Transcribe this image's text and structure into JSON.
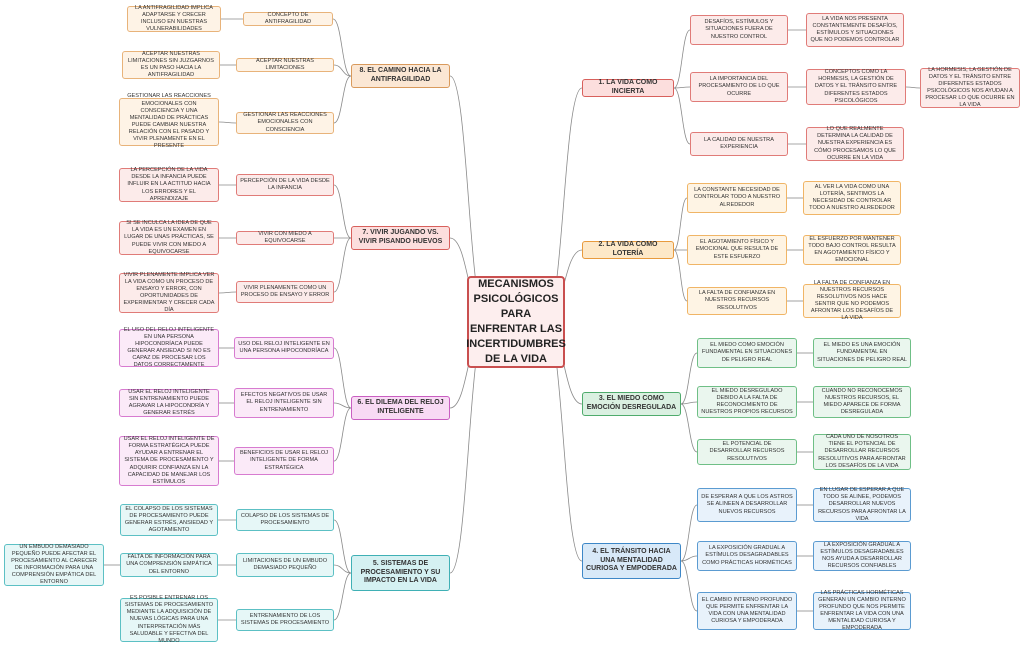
{
  "center": "MECANISMOS PSICOLÓGICOS PARA ENFRENTAR LAS INCERTIDUMBRES DE LA VIDA",
  "branches": [
    {
      "title": "1. LA VIDA COMO INCIERTA",
      "subs": [
        {
          "label": "DESAFÍOS, ESTÍMULOS Y SITUACIONES FUERA DE NUESTRO CONTROL",
          "detail": "LA VIDA NOS PRESENTA CONSTANTEMENTE DESAFÍOS, ESTÍMULOS Y SITUACIONES QUE NO PODEMOS CONTROLAR"
        },
        {
          "label": "LA IMPORTANCIA DEL PROCESAMIENTO DE LO QUE OCURRE",
          "detail": "CONCEPTOS COMO LA HORMESIS, LA GESTIÓN DE DATOS Y EL TRÁNSITO ENTRE DIFERENTES ESTADOS PSICOLÓGICOS",
          "extra": "LA HORMESIS, LA GESTIÓN DE DATOS Y EL TRÁNSITO ENTRE DIFERENTES ESTADOS PSICOLÓGICOS NOS AYUDAN A PROCESAR LO QUE OCURRE EN LA VIDA"
        },
        {
          "label": "LA CALIDAD DE NUESTRA EXPERIENCIA",
          "detail": "LO QUE REALMENTE DETERMINA LA CALIDAD DE NUESTRA EXPERIENCIA ES CÓMO PROCESAMOS LO QUE OCURRE EN LA VIDA"
        }
      ]
    },
    {
      "title": "2. LA VIDA COMO LOTERÍA",
      "subs": [
        {
          "label": "LA CONSTANTE NECESIDAD DE CONTROLAR TODO A NUESTRO ALREDEDOR",
          "detail": "AL VER LA VIDA COMO UNA LOTERÍA, SENTIMOS LA NECESIDAD DE CONTROLAR TODO A NUESTRO ALREDEDOR"
        },
        {
          "label": "EL AGOTAMIENTO FÍSICO Y EMOCIONAL QUE RESULTA DE ESTE ESFUERZO",
          "detail": "EL ESFUERZO POR MANTENER TODO BAJO CONTROL RESULTA EN AGOTAMIENTO FÍSICO Y EMOCIONAL"
        },
        {
          "label": "LA FALTA DE CONFIANZA EN NUESTROS RECURSOS RESOLUTIVOS",
          "detail": "LA FALTA DE CONFIANZA EN NUESTROS RECURSOS RESOLUTIVOS NOS HACE SENTIR QUE NO PODEMOS AFRONTAR LOS DESAFÍOS DE LA VIDA"
        }
      ]
    },
    {
      "title": "3. EL MIEDO COMO EMOCIÓN DESREGULADA",
      "subs": [
        {
          "label": "EL MIEDO COMO EMOCIÓN FUNDAMENTAL EN SITUACIONES DE PELIGRO REAL",
          "detail": "EL MIEDO ES UNA EMOCIÓN FUNDAMENTAL EN SITUACIONES DE PELIGRO REAL"
        },
        {
          "label": "EL MIEDO DESREGULADO DEBIDO A LA FALTA DE RECONOCIMIENTO DE NUESTROS PROPIOS RECURSOS",
          "detail": "CUANDO NO RECONOCEMOS NUESTROS RECURSOS, EL MIEDO APARECE DE FORMA DESREGULADA"
        },
        {
          "label": "EL POTENCIAL DE DESARROLLAR RECURSOS RESOLUTIVOS",
          "detail": "CADA UNO DE NOSOTROS TIENE EL POTENCIAL DE DESARROLLAR RECURSOS RESOLUTIVOS PARA AFRONTAR LOS DESAFÍOS DE LA VIDA"
        }
      ]
    },
    {
      "title": "4. EL TRÁNSITO HACIA UNA MENTALIDAD CURIOSA Y EMPODERADA",
      "subs": [
        {
          "label": "DE ESPERAR A QUE LOS ASTROS SE ALINEEN A DESARROLLAR NUEVOS RECURSOS",
          "detail": "EN LUGAR DE ESPERAR A QUE TODO SE ALINEE, PODEMOS DESARROLLAR NUEVOS RECURSOS PARA AFRONTAR LA VIDA"
        },
        {
          "label": "LA EXPOSICIÓN GRADUAL A ESTÍMULOS DESAGRADABLES COMO PRÁCTICAS HORMÉTICAS",
          "detail": "LA EXPOSICIÓN GRADUAL A ESTÍMULOS DESAGRADABLES NOS AYUDA A DESARROLLAR RECURSOS CONFIABLES"
        },
        {
          "label": "EL CAMBIO INTERNO PROFUNDO QUE PERMITE ENFRENTAR LA VIDA CON UNA MENTALIDAD CURIOSA Y EMPODERADA",
          "detail": "LAS PRÁCTICAS HORMÉTICAS GENERAN UN CAMBIO INTERNO PROFUNDO QUE NOS PERMITE ENFRENTAR LA VIDA CON UNA MENTALIDAD CURIOSA Y EMPODERADA"
        }
      ]
    },
    {
      "title": "5. SISTEMAS DE PROCESAMIENTO Y SU IMPACTO EN LA VIDA",
      "subs": [
        {
          "label": "COLAPSO DE LOS SISTEMAS DE PROCESAMIENTO",
          "detail": "EL COLAPSO DE LOS SISTEMAS DE PROCESAMIENTO PUEDE GENERAR ESTRÉS, ANSIEDAD Y AGOTAMIENTO"
        },
        {
          "label": "LIMITACIONES DE UN EMBUDO DEMASIADO PEQUEÑO",
          "detail": "FALTA DE INFORMACIÓN PARA UNA COMPRENSIÓN EMPÁTICA DEL ENTORNO",
          "extra": "UN EMBUDO DEMASIADO PEQUEÑO PUEDE AFECTAR EL PROCESAMIENTO AL CARECER DE INFORMACIÓN PARA UNA COMPRENSIÓN EMPÁTICA DEL ENTORNO"
        },
        {
          "label": "ENTRENAMIENTO DE LOS SISTEMAS DE PROCESAMIENTO",
          "detail": "ES POSIBLE ENTRENAR LOS SISTEMAS DE PROCESAMIENTO MEDIANTE LA ADQUISICIÓN DE NUEVAS LÓGICAS PARA UNA INTERPRETACIÓN MÁS SALUDABLE Y EFECTIVA DEL MUNDO"
        }
      ]
    },
    {
      "title": "6. EL DILEMA DEL RELOJ INTELIGENTE",
      "subs": [
        {
          "label": "USO DEL RELOJ INTELIGENTE EN UNA PERSONA HIPOCONDRÍACA",
          "detail": "EL USO DEL RELOJ INTELIGENTE EN UNA PERSONA HIPOCONDRÍACA PUEDE GENERAR ANSIEDAD SI NO ES CAPAZ DE PROCESAR LOS DATOS CORRECTAMENTE"
        },
        {
          "label": "EFECTOS NEGATIVOS DE USAR EL RELOJ INTELIGENTE SIN ENTRENAMIENTO",
          "detail": "USAR EL RELOJ INTELIGENTE SIN ENTRENAMIENTO PUEDE AGRAVAR LA HIPOCONDRÍA Y GENERAR ESTRÉS"
        },
        {
          "label": "BENEFICIOS DE USAR EL RELOJ INTELIGENTE DE FORMA ESTRATÉGICA",
          "detail": "USAR EL RELOJ INTELIGENTE DE FORMA ESTRATÉGICA PUEDE AYUDAR A ENTRENAR EL SISTEMA DE PROCESAMIENTO Y ADQUIRIR CONFIANZA EN LA CAPACIDAD DE MANEJAR LOS ESTÍMULOS"
        }
      ]
    },
    {
      "title": "7. VIVIR JUGANDO VS. VIVIR PISANDO HUEVOS",
      "subs": [
        {
          "label": "PERCEPCIÓN DE LA VIDA DESDE LA INFANCIA",
          "detail": "LA PERCEPCIÓN DE LA VIDA DESDE LA INFANCIA PUEDE INFLUIR EN LA ACTITUD HACIA LOS ERRORES Y EL APRENDIZAJE"
        },
        {
          "label": "VIVIR CON MIEDO A EQUIVOCARSE",
          "detail": "SI SE INCULCA LA IDEA DE QUE LA VIDA ES UN EXAMEN EN LUGAR DE UNAS PRÁCTICAS, SE PUEDE VIVIR CON MIEDO A EQUIVOCARSE"
        },
        {
          "label": "VIVIR PLENAMENTE COMO UN PROCESO DE ENSAYO Y ERROR",
          "detail": "VIVIR PLENAMENTE IMPLICA VER LA VIDA COMO UN PROCESO DE ENSAYO Y ERROR, CON OPORTUNIDADES DE EXPERIMENTAR Y CRECER CADA DÍA"
        }
      ]
    },
    {
      "title": "8. EL CAMINO HACIA LA ANTIFRAGILIDAD",
      "subs": [
        {
          "label": "CONCEPTO DE ANTIFRAGILIDAD",
          "detail": "LA ANTIFRAGILIDAD IMPLICA ADAPTARSE Y CRECER INCLUSO EN NUESTRAS VULNERABILIDADES"
        },
        {
          "label": "ACEPTAR NUESTRAS LIMITACIONES",
          "detail": "ACEPTAR NUESTRAS LIMITACIONES SIN JUZGARNOS ES UN PASO HACIA LA ANTIFRAGILIDAD"
        },
        {
          "label": "GESTIONAR LAS REACCIONES EMOCIONALES CON CONSCIENCIA",
          "detail": "GESTIONAR LAS REACCIONES EMOCIONALES CON CONSCIENCIA Y UNA MENTALIDAD DE PRÁCTICAS PUEDE CAMBIAR NUESTRA RELACIÓN CON EL PASADO Y VIVIR PLENAMENTE EN EL PRESENTE"
        }
      ]
    }
  ]
}
